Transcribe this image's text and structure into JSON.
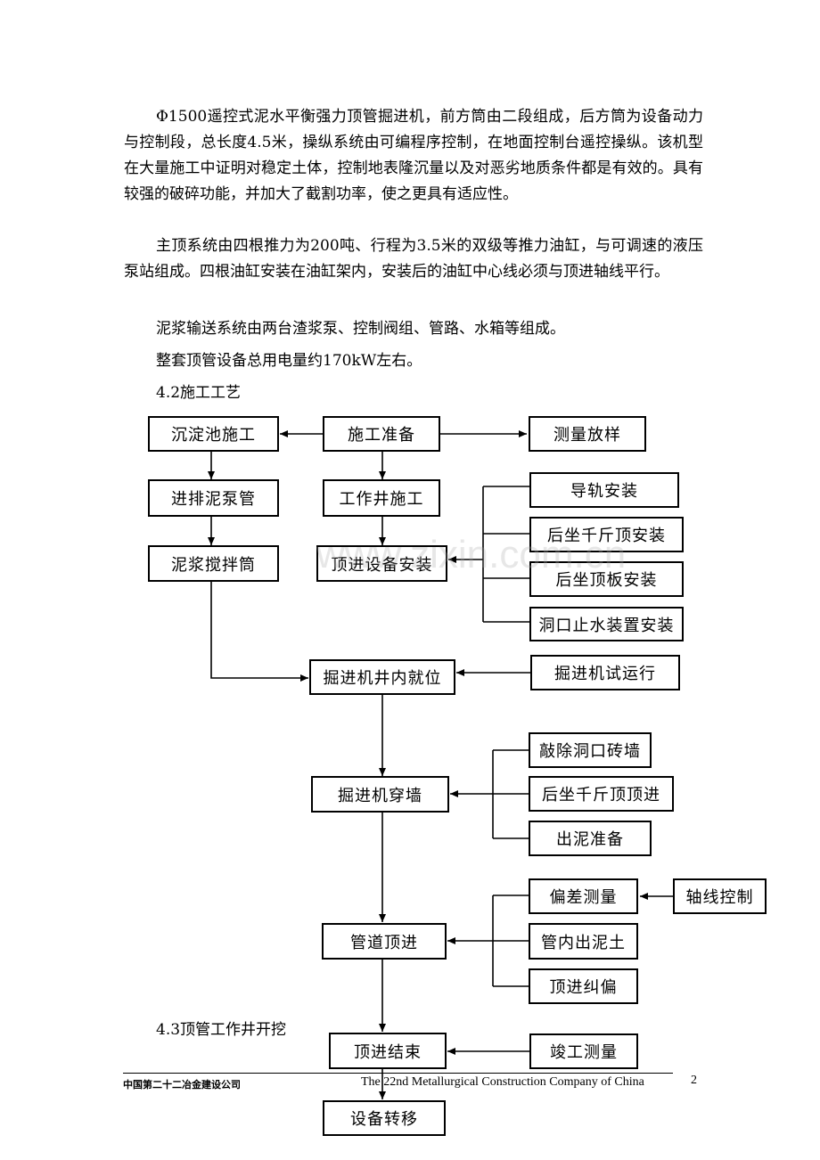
{
  "paragraphs": {
    "p1": "Φ1500遥控式泥水平衡强力顶管掘进机，前方筒由二段组成，后方筒为设备动力与控制段，总长度4.5米，操纵系统由可编程序控制，在地面控制台遥控操纵。该机型在大量施工中证明对稳定土体，控制地表隆沉量以及对恶劣地质条件都是有效的。具有较强的破碎功能，并加大了截割功率，使之更具有适应性。",
    "p2": "主顶系统由四根推力为200吨、行程为3.5米的双级等推力油缸，与可调速的液压泵站组成。四根油缸安装在油缸架内，安装后的油缸中心线必须与顶进轴线平行。",
    "p3": "泥浆输送系统由两台渣浆泵、控制阀组、管路、水箱等组成。",
    "p4": "整套顶管设备总用电量约170kW左右。"
  },
  "headings": {
    "h42": "4.2施工工艺",
    "h43": "4.3顶管工作井开挖"
  },
  "flow": {
    "n1": "沉淀池施工",
    "n2": "施工准备",
    "n3": "测量放样",
    "n4": "进排泥泵管",
    "n5": "工作井施工",
    "n6": "导轨安装",
    "n7": "泥浆搅拌筒",
    "n8": "顶进设备安装",
    "n9": "后坐千斤顶安装",
    "n10": "后坐顶板安装",
    "n11": "洞口止水装置安装",
    "n12": "掘进机井内就位",
    "n13": "掘进机试运行",
    "n14": "敲除洞口砖墙",
    "n15": "掘进机穿墙",
    "n16": "后坐千斤顶顶进",
    "n17": "出泥准备",
    "n18": "偏差测量",
    "n19": "轴线控制",
    "n20": "管道顶进",
    "n21": "管内出泥土",
    "n22": "顶进纠偏",
    "n23": "顶进结束",
    "n24": "竣工测量",
    "n25": "设备转移"
  },
  "footer": {
    "company_cn": "中国第二十二冶金建设公司",
    "company_en": "The 22nd Metallurgical Construction Company of China",
    "page_number": "2"
  },
  "watermark": "www.zixin.com.cn"
}
